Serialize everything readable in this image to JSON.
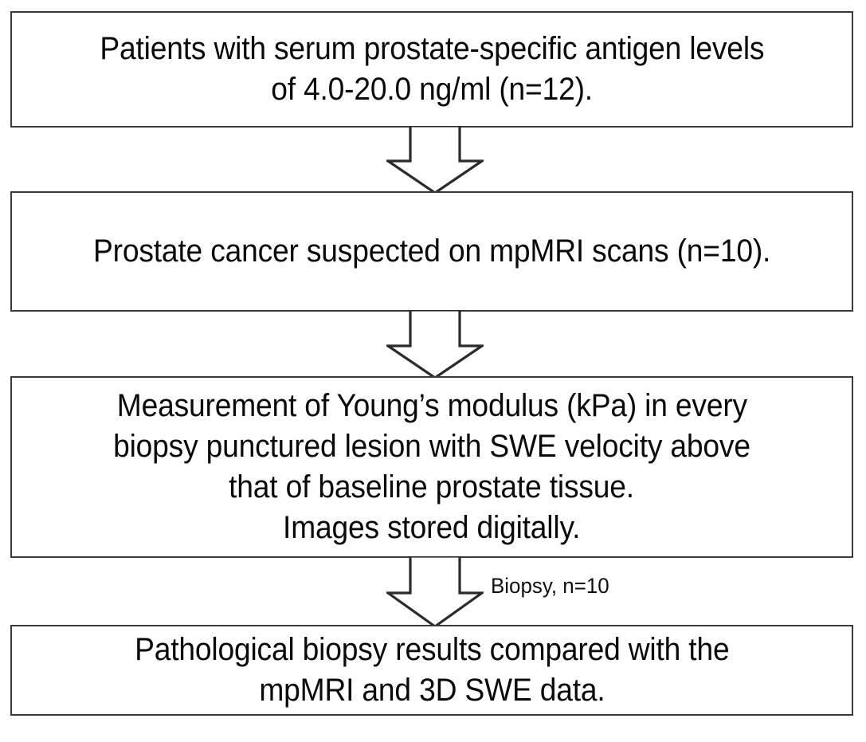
{
  "diagram": {
    "title": "Study workflow flowchart",
    "background_color": "#ffffff",
    "box_border_color": "#3a3a3a",
    "arrow_stroke_color": "#2b2b2b",
    "arrow_fill_color": "#ffffff",
    "text_color": "#0a0a0a",
    "nodes": [
      {
        "id": "node-1",
        "name": "patient-inclusion-box",
        "lines": [
          "Patients with serum prostate-specific antigen levels",
          "of 4.0-20.0 ng/ml (n=12)."
        ]
      },
      {
        "id": "node-2",
        "name": "mpmri-suspicion-box",
        "lines": [
          "Prostate cancer suspected on mpMRI scans (n=10)."
        ]
      },
      {
        "id": "node-3",
        "name": "swe-measurement-box",
        "lines": [
          "Measurement of Young’s modulus (kPa) in every",
          "biopsy punctured lesion with SWE velocity above",
          "that of baseline prostate tissue.",
          "Images stored digitally."
        ]
      },
      {
        "id": "node-4",
        "name": "pathology-comparison-box",
        "lines": [
          "Pathological biopsy results compared with the",
          "mpMRI and 3D SWE data."
        ]
      }
    ],
    "connectors": [
      {
        "id": "connector-1",
        "name": "arrow-node1-to-node2",
        "label": ""
      },
      {
        "id": "connector-2",
        "name": "arrow-node2-to-node3",
        "label": ""
      },
      {
        "id": "connector-3",
        "name": "arrow-node3-to-node4",
        "label": "Biopsy, n=10"
      }
    ]
  }
}
